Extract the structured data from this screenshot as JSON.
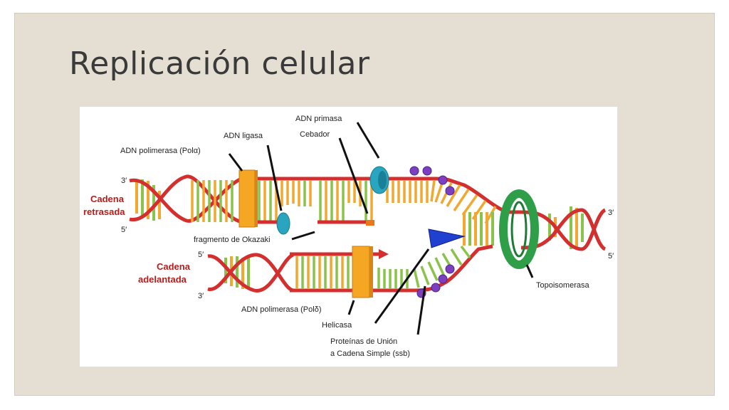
{
  "slide": {
    "title": "Replicación celular"
  },
  "diagram": {
    "labels": {
      "pol_alpha": "ADN polimerasa (Polα)",
      "ligase": "ADN ligasa",
      "primase": "ADN primasa",
      "primer": "Cebador",
      "lagging_1": "Cadena",
      "lagging_2": "retrasada",
      "leading_1": "Cadena",
      "leading_2": "adelantada",
      "okazaki": "fragmento de Okazaki",
      "pol_delta": "ADN polimerasa (Polδ)",
      "helicase": "Helicasa",
      "ssb_1": "Proteínas de Unión",
      "ssb_2": "a Cadena Simple (ssb)",
      "topo": "Topoisomerasa"
    },
    "ends": {
      "lag_top_3": "3′",
      "lag_bottom_5": "5′",
      "lead_top_5": "5′",
      "lead_bottom_3": "3′",
      "right_3": "3′",
      "right_5": "5′"
    },
    "colors": {
      "backbone": "#d32f2f",
      "base_orange": "#f0a830",
      "base_green": "#8bc34a",
      "polymerase": "#f5a623",
      "primase": "#2aa5c0",
      "ssb": "#7b3fbf",
      "helicase": "#2040d0",
      "topoisomerase": "#2e9e48",
      "label_red": "#b71c1c"
    }
  }
}
